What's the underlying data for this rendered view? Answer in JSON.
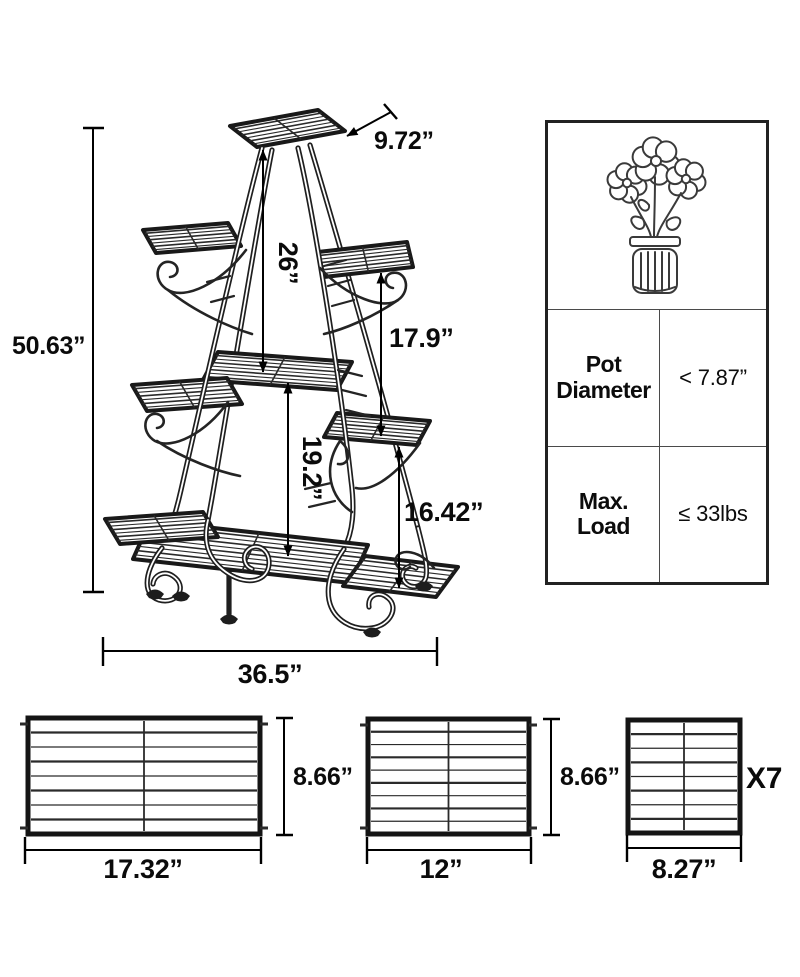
{
  "stand": {
    "overall_height": "50.63”",
    "top_shelf_width": "9.72”",
    "top_to_middle_gap": "26”",
    "upper_right_gap": "17.9”",
    "middle_to_bottom_gap": "19.2”",
    "lower_right_gap": "16.42”",
    "overall_width": "36.5”"
  },
  "specs": {
    "pot_diameter_label": "Pot Diameter",
    "pot_diameter_value": "< 7.87”",
    "max_load_label": "Max. Load",
    "max_load_value": "≤ 33lbs"
  },
  "shelf_views": {
    "large": {
      "width": "17.32”",
      "height": "8.66”"
    },
    "medium": {
      "width": "12”",
      "height": "8.66”"
    },
    "small": {
      "width": "8.27”",
      "count": "X7"
    }
  },
  "colors": {
    "ink": "#1f1f1f",
    "dimension_line": "#000000",
    "background": "#ffffff"
  }
}
